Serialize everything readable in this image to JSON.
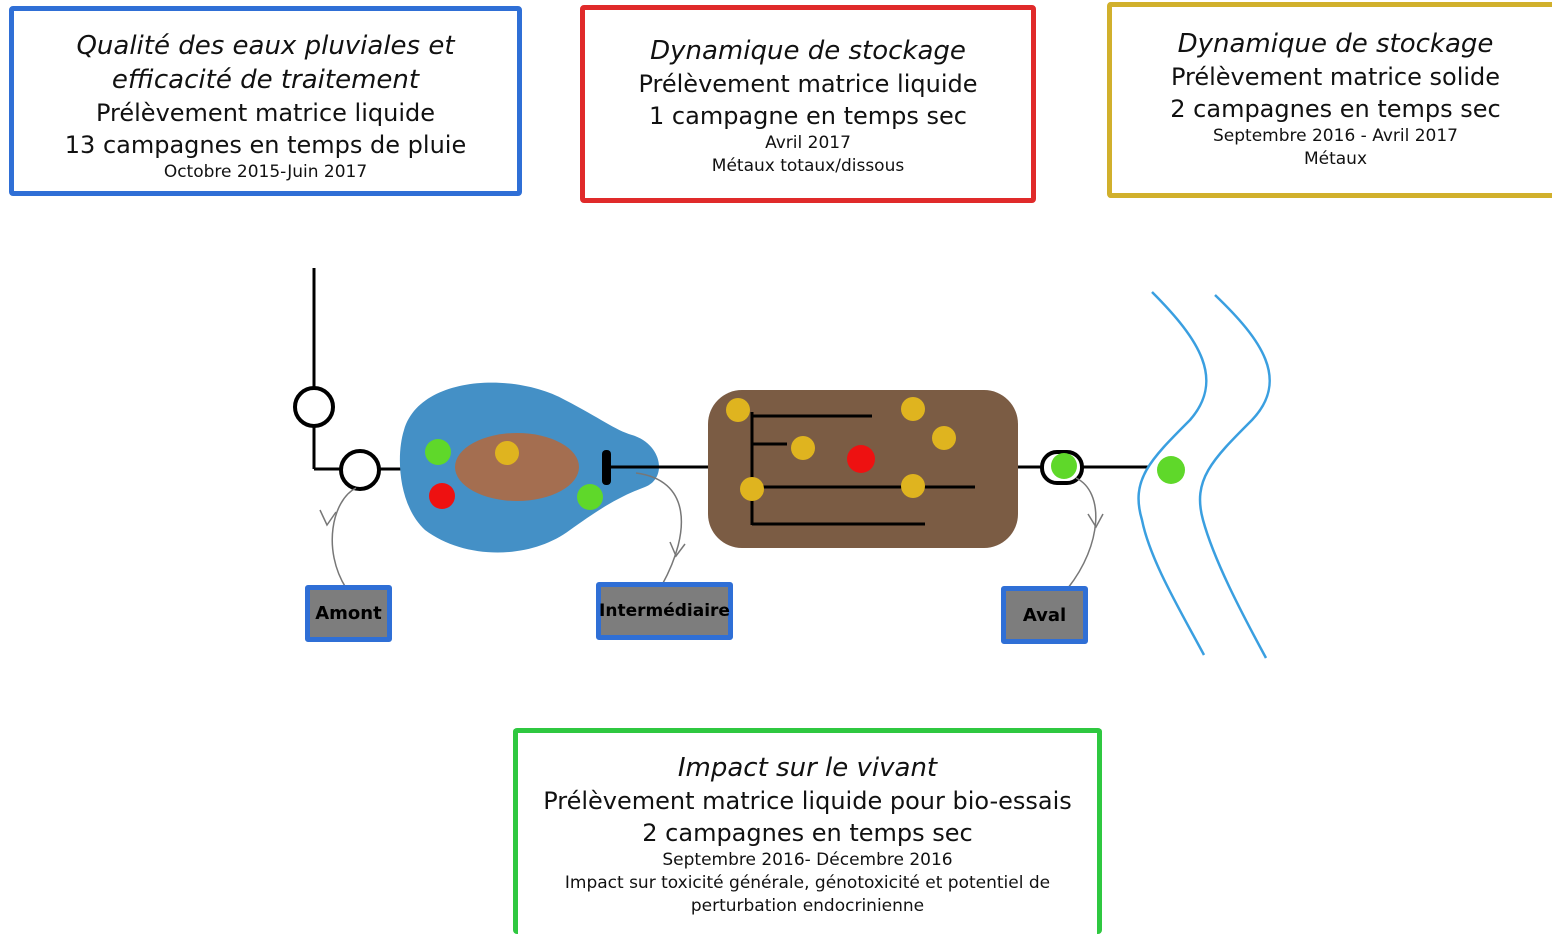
{
  "boxes": {
    "quality": {
      "title_line1": "Qualité des eaux pluviales et",
      "title_line2": "efficacité de traitement",
      "line1": "Prélèvement matrice liquide",
      "line2": "13 campagnes en temps de pluie",
      "date": "Octobre 2015-Juin 2017",
      "color": "#2f6fd6"
    },
    "storage_liquid": {
      "title": "Dynamique de stockage",
      "line1": "Prélèvement matrice liquide",
      "line2": "1 campagne en temps sec",
      "date": "Avril 2017",
      "detail": "Métaux totaux/dissous",
      "color": "#e02a2a"
    },
    "storage_solid": {
      "title": "Dynamique de stockage",
      "line1": "Prélèvement matrice solide",
      "line2": "2 campagnes en temps sec",
      "date": "Septembre 2016 - Avril 2017",
      "detail": "Métaux",
      "color": "#d1b02c"
    },
    "impact": {
      "title": "Impact sur le vivant",
      "line1": "Prélèvement matrice liquide pour bio-essais",
      "line2": "2 campagnes en temps sec",
      "date": "Septembre 2016- Décembre 2016",
      "detail_line1": "Impact sur toxicité générale, génotoxicité et potentiel de",
      "detail_line2": "perturbation endocrinienne",
      "color": "#2fc840"
    }
  },
  "sampling_points": {
    "amont": "Amont",
    "intermediaire": "Intermédiaire",
    "aval": "Aval"
  },
  "colors": {
    "basin": "#4490c6",
    "basin_core": "#a46e50",
    "wetland": "#7b5c44",
    "river": "#3a9fe0",
    "dot_green": "#5fd82a",
    "dot_red": "#ee1111",
    "dot_yellow": "#dfb41f"
  }
}
